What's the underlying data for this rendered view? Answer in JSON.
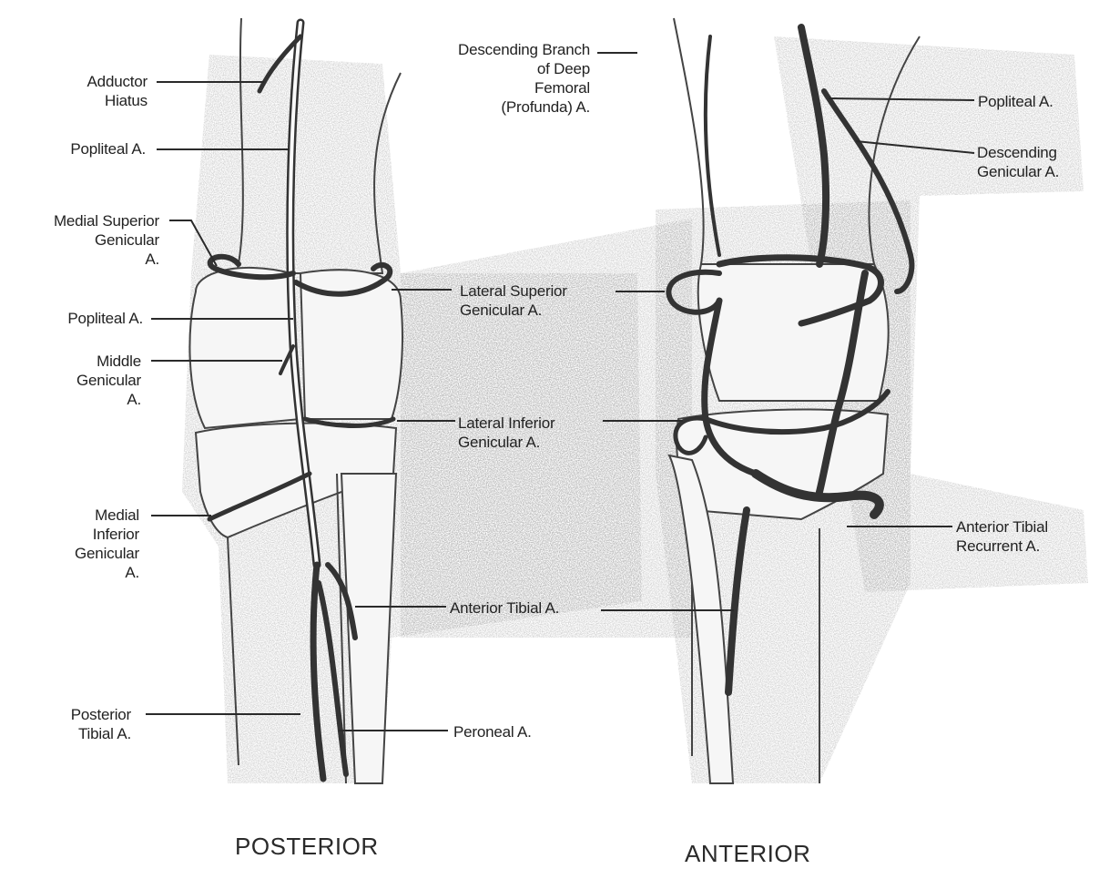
{
  "views": {
    "posterior": "POSTERIOR",
    "anterior": "ANTERIOR"
  },
  "labels": {
    "adductor_hiatus": "Adductor\nHiatus",
    "popliteal_upper_posterior": "Popliteal A.",
    "medial_superior_genicular": "Medial Superior\nGenicular\nA.",
    "popliteal_lower_posterior": "Popliteal A.",
    "middle_genicular": "Middle\nGenicular\nA.",
    "medial_inferior_genicular": "Medial\nInferior\nGenicular\nA.",
    "posterior_tibial": "Posterior\nTibial A.",
    "descending_branch_deep_femoral": "Descending Branch\nof Deep\nFemoral\n(Profunda) A.",
    "lateral_superior_genicular": "Lateral Superior\nGenicular A.",
    "lateral_inferior_genicular": "Lateral Inferior\nGenicular A.",
    "anterior_tibial": "Anterior Tibial A.",
    "peroneal": "Peroneal A.",
    "popliteal_anterior": "Popliteal A.",
    "descending_genicular": "Descending\nGenicular A.",
    "anterior_tibial_recurrent": "Anterior Tibial\nRecurrent A."
  }
}
